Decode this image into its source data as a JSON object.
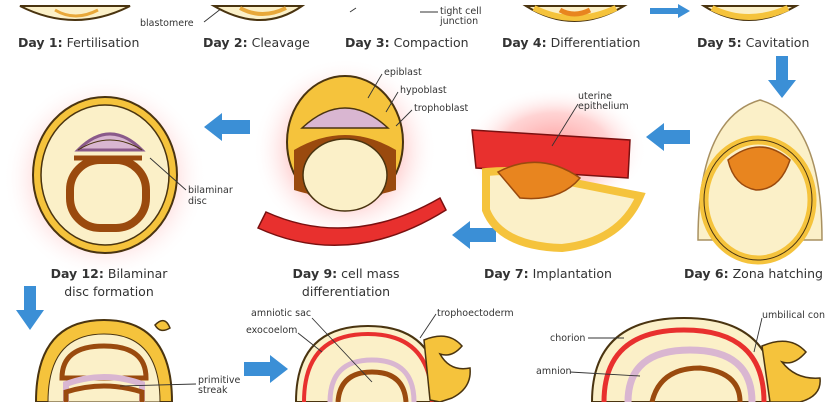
{
  "stages": {
    "day1": {
      "day": "Day 1:",
      "name": "Fertilisation"
    },
    "day2": {
      "day": "Day 2:",
      "name": "Cleavage"
    },
    "day3": {
      "day": "Day 3:",
      "name": "Compaction"
    },
    "day4": {
      "day": "Day 4:",
      "name": "Differentiation"
    },
    "day5": {
      "day": "Day 5:",
      "name": "Cavitation"
    },
    "day6": {
      "day": "Day 6:",
      "name": "Zona hatching"
    },
    "day7": {
      "day": "Day 7:",
      "name": "Implantation"
    },
    "day9": {
      "day": "Day 9:",
      "name_line1": "cell mass",
      "name_line2": "differentiation"
    },
    "day12": {
      "day": "Day 12:",
      "name_line1": "Bilaminar",
      "name_line2": "disc formation"
    }
  },
  "labels": {
    "blastomere": "blastomere",
    "tight_junction_line1": "tight cell",
    "tight_junction_line2": "junction",
    "epiblast": "epiblast",
    "hypoblast": "hypoblast",
    "trophoblast": "trophoblast",
    "uterine_line1": "uterine",
    "uterine_line2": "epithelium",
    "bilaminar_line1": "bilaminar",
    "bilaminar_line2": "disc",
    "primitive_line1": "primitive",
    "primitive_line2": "streak",
    "amniotic_sac": "amniotic sac",
    "exocoelom": "exocoelom",
    "trophoectoderm": "trophoectoderm",
    "chorion": "chorion",
    "amnion": "amnion",
    "umbilical": "umbilical con"
  },
  "colors": {
    "cream": "#fbf0c8",
    "yellow_cell": "#f5c33c",
    "orange_cell": "#e8851f",
    "brown": "#9a4a0e",
    "pink": "#d9b6d1",
    "red": "#e8302e",
    "arrow_blue": "#3b8fd6",
    "glow": "#ff8a8a"
  }
}
